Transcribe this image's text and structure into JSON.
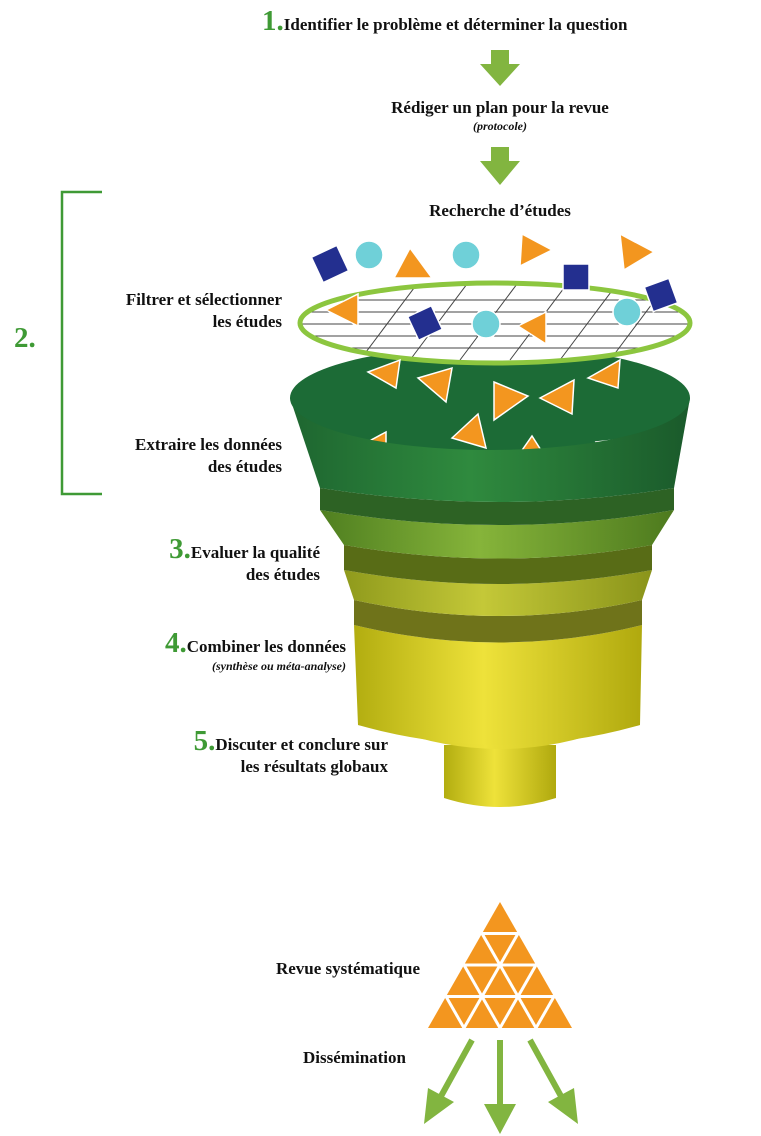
{
  "steps": {
    "step1": {
      "number": "1.",
      "text": "Identifier le problème et déterminer la question"
    },
    "plan": {
      "text": "Rédiger un plan pour la revue",
      "note": "(protocole)"
    },
    "search": {
      "text": "Recherche d’études"
    },
    "step2": {
      "number": "2."
    },
    "filter": {
      "line1": "Filtrer et sélectionner",
      "line2": "les études"
    },
    "extract": {
      "line1": "Extraire les données",
      "line2": "des études"
    },
    "step3": {
      "number": "3.",
      "line1": "Evaluer la qualité",
      "line2": "des études"
    },
    "step4": {
      "number": "4.",
      "line1": "Combiner les données",
      "note": "(synthèse ou méta-analyse)"
    },
    "step5": {
      "number": "5.",
      "line1": "Discuter et conclure sur",
      "line2": "les résultats globaux"
    },
    "result": {
      "text": "Revue systématique"
    },
    "dissemination": {
      "text": "Dissémination"
    }
  },
  "colors": {
    "number_green": "#3f9a35",
    "arrow_green": "#82b540",
    "funnel_dark": "#1c6b36",
    "funnel_mid": "#6a9a2a",
    "funnel_yellow": "#d6cc1e",
    "orange": "#f3961f",
    "navy": "#232f8f",
    "cyan": "#6fd0d8"
  },
  "icons": [
    "down-arrow-icon",
    "triangle-icon",
    "circle-icon",
    "square-icon",
    "pyramid-icon",
    "bracket-icon"
  ]
}
